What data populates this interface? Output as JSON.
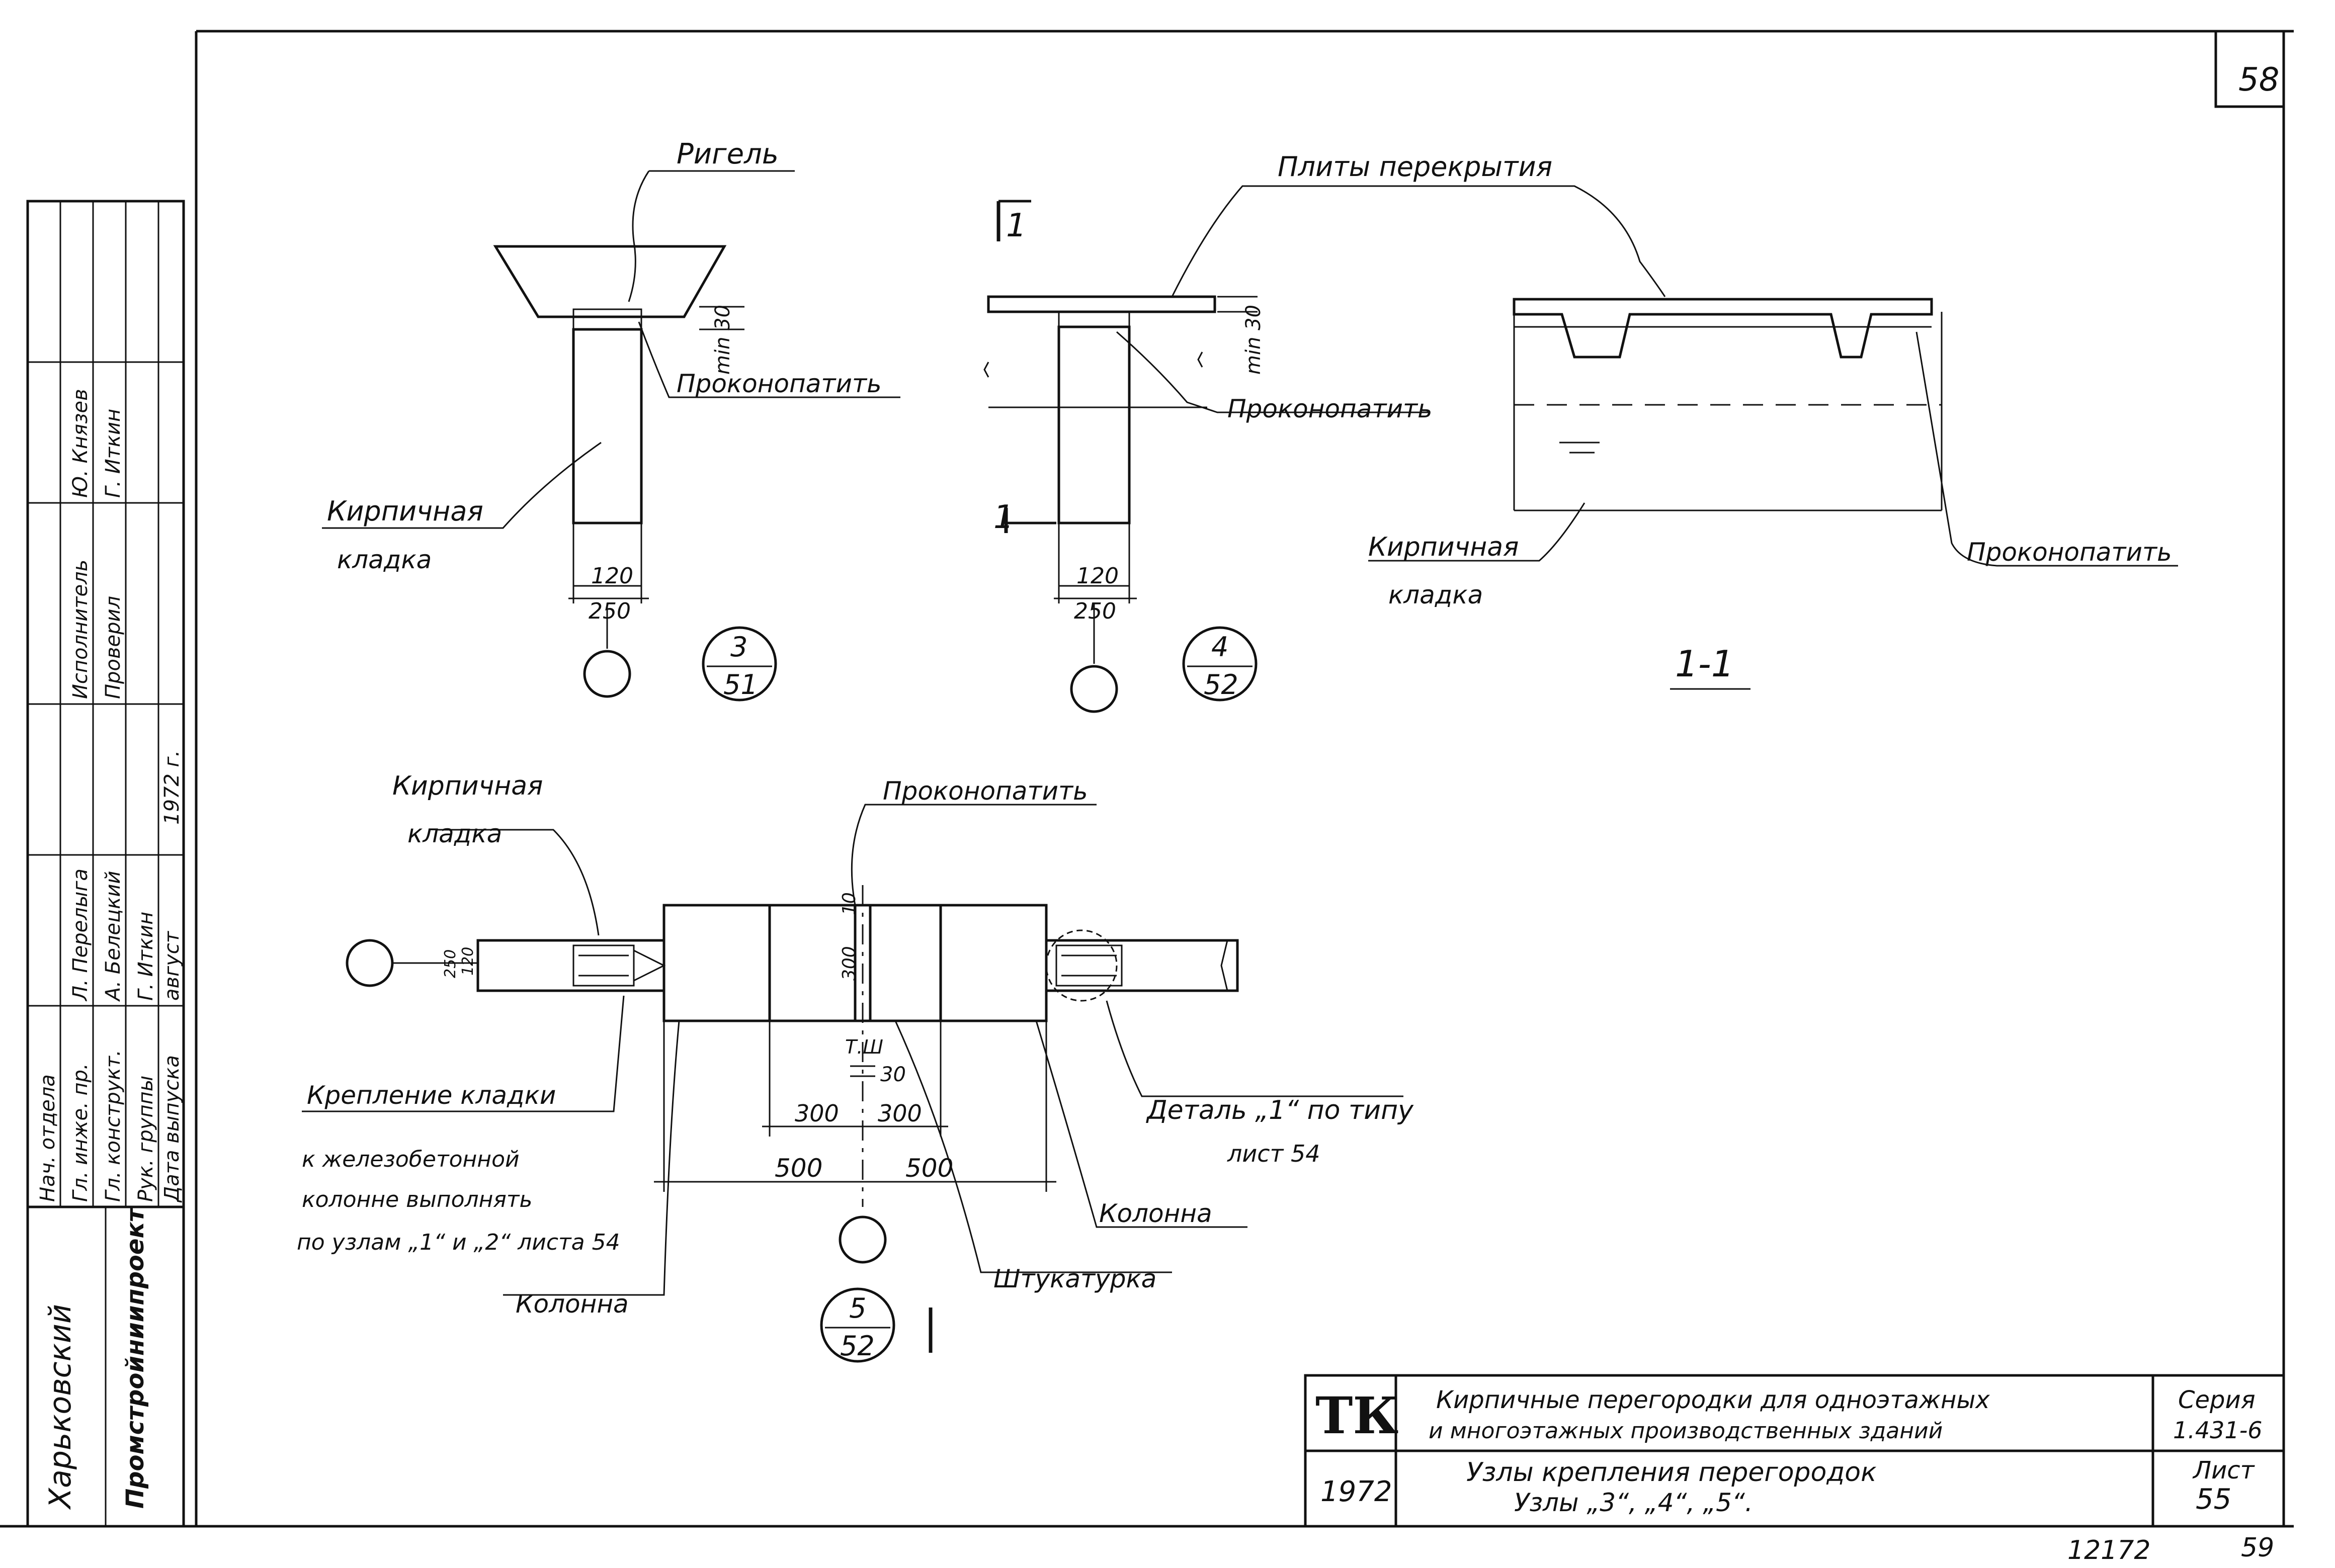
{
  "sheet_number_top": "58",
  "sheet_number_bottom": "59",
  "archive_number": "12172",
  "detail3": {
    "label_rigel": "Ригель",
    "label_caulk": "Проконопатить",
    "label_masonry": "Кирпичная",
    "label_masonry2": "кладка",
    "dim_min": "min 30",
    "dim_120": "120",
    "dim_250": "250",
    "ref_top": "3",
    "ref_bottom": "51"
  },
  "detail4": {
    "label_slabs": "Плиты   перекрытия",
    "label_caulk": "Проконопатить",
    "dim_min": "min 30",
    "dim_120": "120",
    "dim_250": "250",
    "section_mark": "1",
    "ref_top": "4",
    "ref_bottom": "52"
  },
  "section11": {
    "title": "1-1",
    "label_masonry": "Кирпичная",
    "label_masonry2": "кладка",
    "label_caulk": "Проконопатить"
  },
  "detail5": {
    "label_masonry": "Кирпичная",
    "label_masonry2": "кладка",
    "label_caulk": "Проконопатить",
    "dim_10": "10",
    "dim_300v": "300",
    "dim_120": "120",
    "dim_250": "250",
    "dim_tsh": "Т.Ш",
    "dim_30": "30",
    "dim_300a": "300",
    "dim_300b": "300",
    "dim_500a": "500",
    "dim_500b": "500",
    "note_line1": "Крепление  кладки",
    "note_line2": "к железобетонной",
    "note_line3": "колонне  выполнять",
    "note_line4": "по узлам „1“ и „2“ листа 54",
    "label_detail": "Деталь „1“ по типу",
    "label_sheet": "лист 54",
    "label_column_right": "Колонна",
    "label_column_left": "Колонна",
    "label_plaster": "Штукатурка",
    "ref_top": "5",
    "ref_bottom": "52"
  },
  "stamp": {
    "rows": [
      {
        "role": "Нач. отдела",
        "name": "",
        "sign": ""
      },
      {
        "role": "Гл. инже. пр.",
        "name": "Л. Перелыга",
        "sign": ""
      },
      {
        "role": "Гл. конструкт.",
        "name": "А. Белецкий",
        "sign": ""
      },
      {
        "role": "Рук. группы",
        "name": "Г. Иткин",
        "sign": ""
      },
      {
        "role": "Дата выпуска",
        "name": "август",
        "sign": "1972 г."
      }
    ],
    "rows2": [
      {
        "role": "Исполнитель",
        "name": "Ю. Князев",
        "sign": ""
      },
      {
        "role": "Проверил",
        "name": "Г. Иткин",
        "sign": ""
      }
    ],
    "org1": "Харьковский",
    "org2": "Промстройниипроект"
  },
  "title_block": {
    "logo": "ТК",
    "year": "1972",
    "title_line1": "Кирпичные перегородки для одноэтажных",
    "title_line2": "и многоэтажных производственных зданий",
    "subtitle_line1": "Узлы крепления  перегородок",
    "subtitle_line2": "Узлы „3“, „4“, „5“.",
    "series_label": "Серия",
    "series_value": "1.431-6",
    "sheet_label": "Лист",
    "sheet_value": "55"
  }
}
